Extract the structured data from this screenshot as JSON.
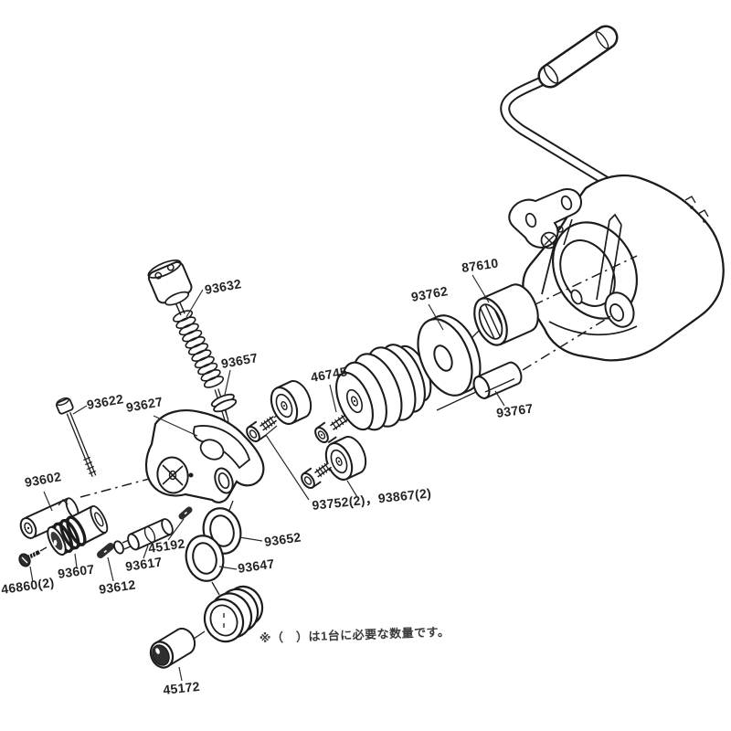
{
  "figure": {
    "kind": "exploded-parts-diagram",
    "background_color": "#ffffff",
    "line_color": "#1c1c1c"
  },
  "labels": {
    "p93632": "93632",
    "p93657": "93657",
    "p93622": "93622",
    "p93627": "93627",
    "p93602": "93602",
    "p46860": "46860(2)",
    "p93607": "93607",
    "p93612": "93612",
    "p93617": "93617",
    "p45192": "45192",
    "p93652": "93652",
    "p93647": "93647",
    "p45172": "45172",
    "p46745": "46745",
    "p93752_93867": "93752(2)，93867(2)",
    "p93762": "93762",
    "p87610": "87610",
    "p93767": "93767"
  },
  "note": "※（　）は1台に必要な数量です。"
}
